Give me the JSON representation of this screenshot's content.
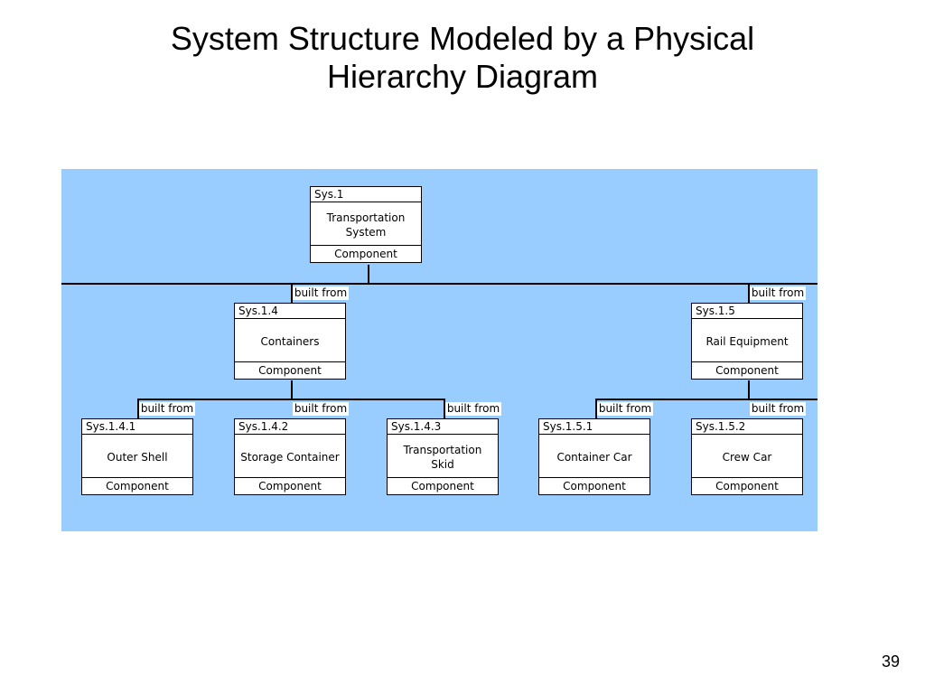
{
  "title": {
    "line1": "System Structure Modeled by a Physical",
    "line2": "Hierarchy Diagram"
  },
  "colors": {
    "diagram_background": "#99ccff",
    "box_fill": "#ffffff",
    "line": "#000000"
  },
  "nodes": [
    {
      "id": "Sys.1",
      "name": "Transportation System",
      "type": "Component"
    },
    {
      "id": "Sys.1.4",
      "name": "Containers",
      "type": "Component"
    },
    {
      "id": "Sys.1.5",
      "name": "Rail Equipment",
      "type": "Component"
    },
    {
      "id": "Sys.1.4.1",
      "name": "Outer Shell",
      "type": "Component"
    },
    {
      "id": "Sys.1.4.2",
      "name": "Storage Container",
      "type": "Component"
    },
    {
      "id": "Sys.1.4.3",
      "name": "Transportation Skid",
      "type": "Component"
    },
    {
      "id": "Sys.1.5.1",
      "name": "Container Car",
      "type": "Component"
    },
    {
      "id": "Sys.1.5.2",
      "name": "Crew Car",
      "type": "Component"
    }
  ],
  "relations": [
    {
      "parent": "Sys.1",
      "child": "Sys.1.4",
      "label": "built from"
    },
    {
      "parent": "Sys.1",
      "child": "Sys.1.5",
      "label": "built from"
    },
    {
      "parent": "Sys.1.4",
      "child": "Sys.1.4.1",
      "label": "built from"
    },
    {
      "parent": "Sys.1.4",
      "child": "Sys.1.4.2",
      "label": "built from"
    },
    {
      "parent": "Sys.1.4",
      "child": "Sys.1.4.3",
      "label": "built from"
    },
    {
      "parent": "Sys.1.5",
      "child": "Sys.1.5.1",
      "label": "built from"
    },
    {
      "parent": "Sys.1.5",
      "child": "Sys.1.5.2",
      "label": "built from"
    }
  ],
  "page_number": "39"
}
